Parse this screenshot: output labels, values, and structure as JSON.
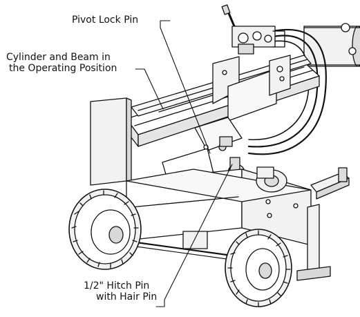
{
  "callouts": {
    "pivot_lock_pin": "Pivot Lock Pin",
    "cylinder_beam_line1": "Cylinder and Beam in",
    "cylinder_beam_line2": "the Operating Position",
    "hitch_pin_line1": "1/2\" Hitch Pin",
    "hitch_pin_line2": "with Hair Pin"
  },
  "colors": {
    "line": "#111111",
    "background": "#ffffff",
    "fill_light": "#f2f2f2",
    "fill_mid": "#d9d9d9",
    "fill_dark": "#8c8c8c"
  }
}
